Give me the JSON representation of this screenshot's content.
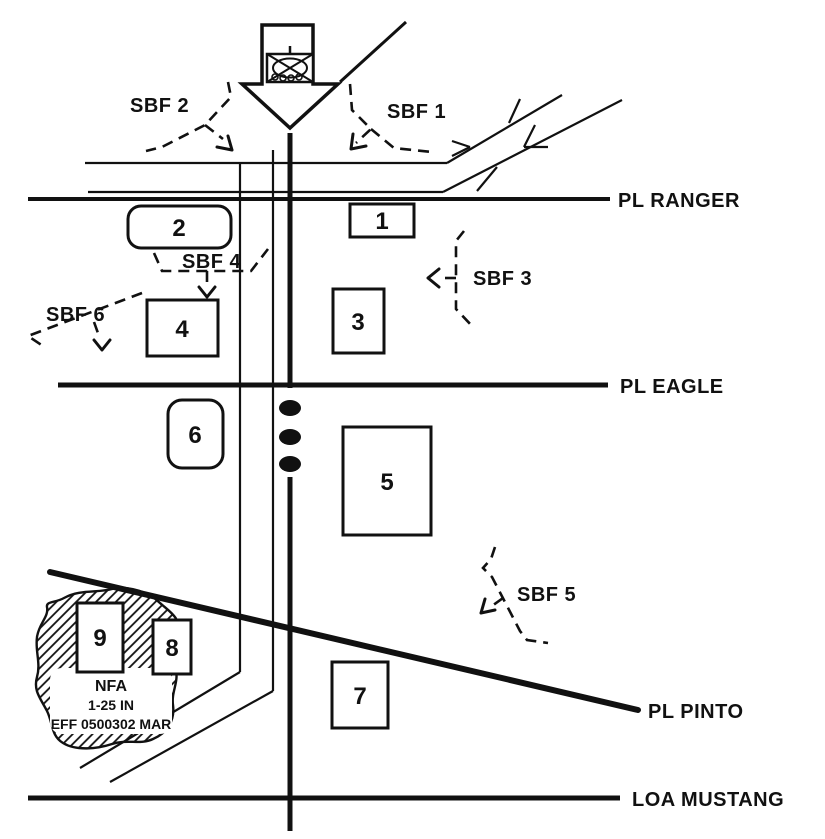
{
  "diagram": {
    "type": "military-operations-overlay-sketch",
    "colors": {
      "ink": "#111111",
      "background": "#ffffff"
    },
    "icons": {
      "unit_symbol": "mechanized-infantry-company-icon",
      "axis": "axis-of-advance-arrow",
      "dots": "center-route-dots"
    },
    "phase_lines": [
      {
        "label": "PL RANGER"
      },
      {
        "label": "PL EAGLE"
      },
      {
        "label": "PL PINTO"
      },
      {
        "label": "LOA MUSTANG"
      }
    ],
    "sbf": [
      {
        "label": "SBF 1"
      },
      {
        "label": "SBF 2"
      },
      {
        "label": "SBF 3"
      },
      {
        "label": "SBF 4"
      },
      {
        "label": "SBF 5"
      },
      {
        "label": "SBF 6"
      }
    ],
    "boxes": [
      {
        "label": "1"
      },
      {
        "label": "2"
      },
      {
        "label": "3"
      },
      {
        "label": "4"
      },
      {
        "label": "5"
      },
      {
        "label": "6"
      },
      {
        "label": "7"
      },
      {
        "label": "8"
      },
      {
        "label": "9"
      }
    ],
    "nfa": {
      "title": "NFA",
      "unit": "1-25 IN",
      "effective": "EFF 0500302 MAR"
    }
  }
}
